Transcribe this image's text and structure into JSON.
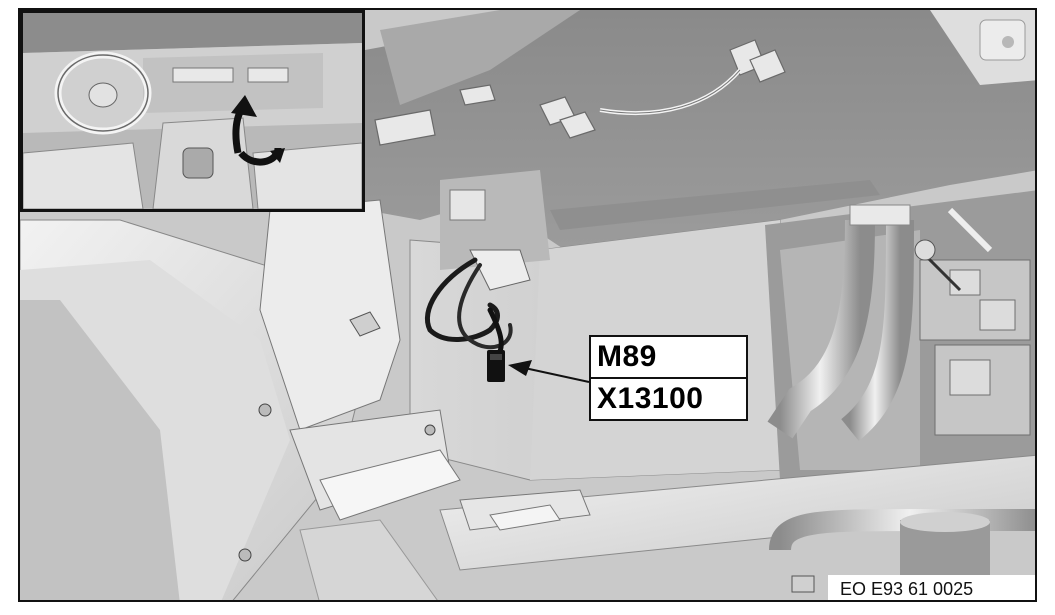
{
  "labels": {
    "connector_top": "M89",
    "connector_bottom": "X13100"
  },
  "reference_code": "EO E93 61 0025",
  "colors": {
    "border": "#111111",
    "label_bg": "#ffffff",
    "panel_light": "#e6e6e6",
    "panel_mid": "#b0b0b0",
    "panel_dark": "#7a7a7a"
  }
}
